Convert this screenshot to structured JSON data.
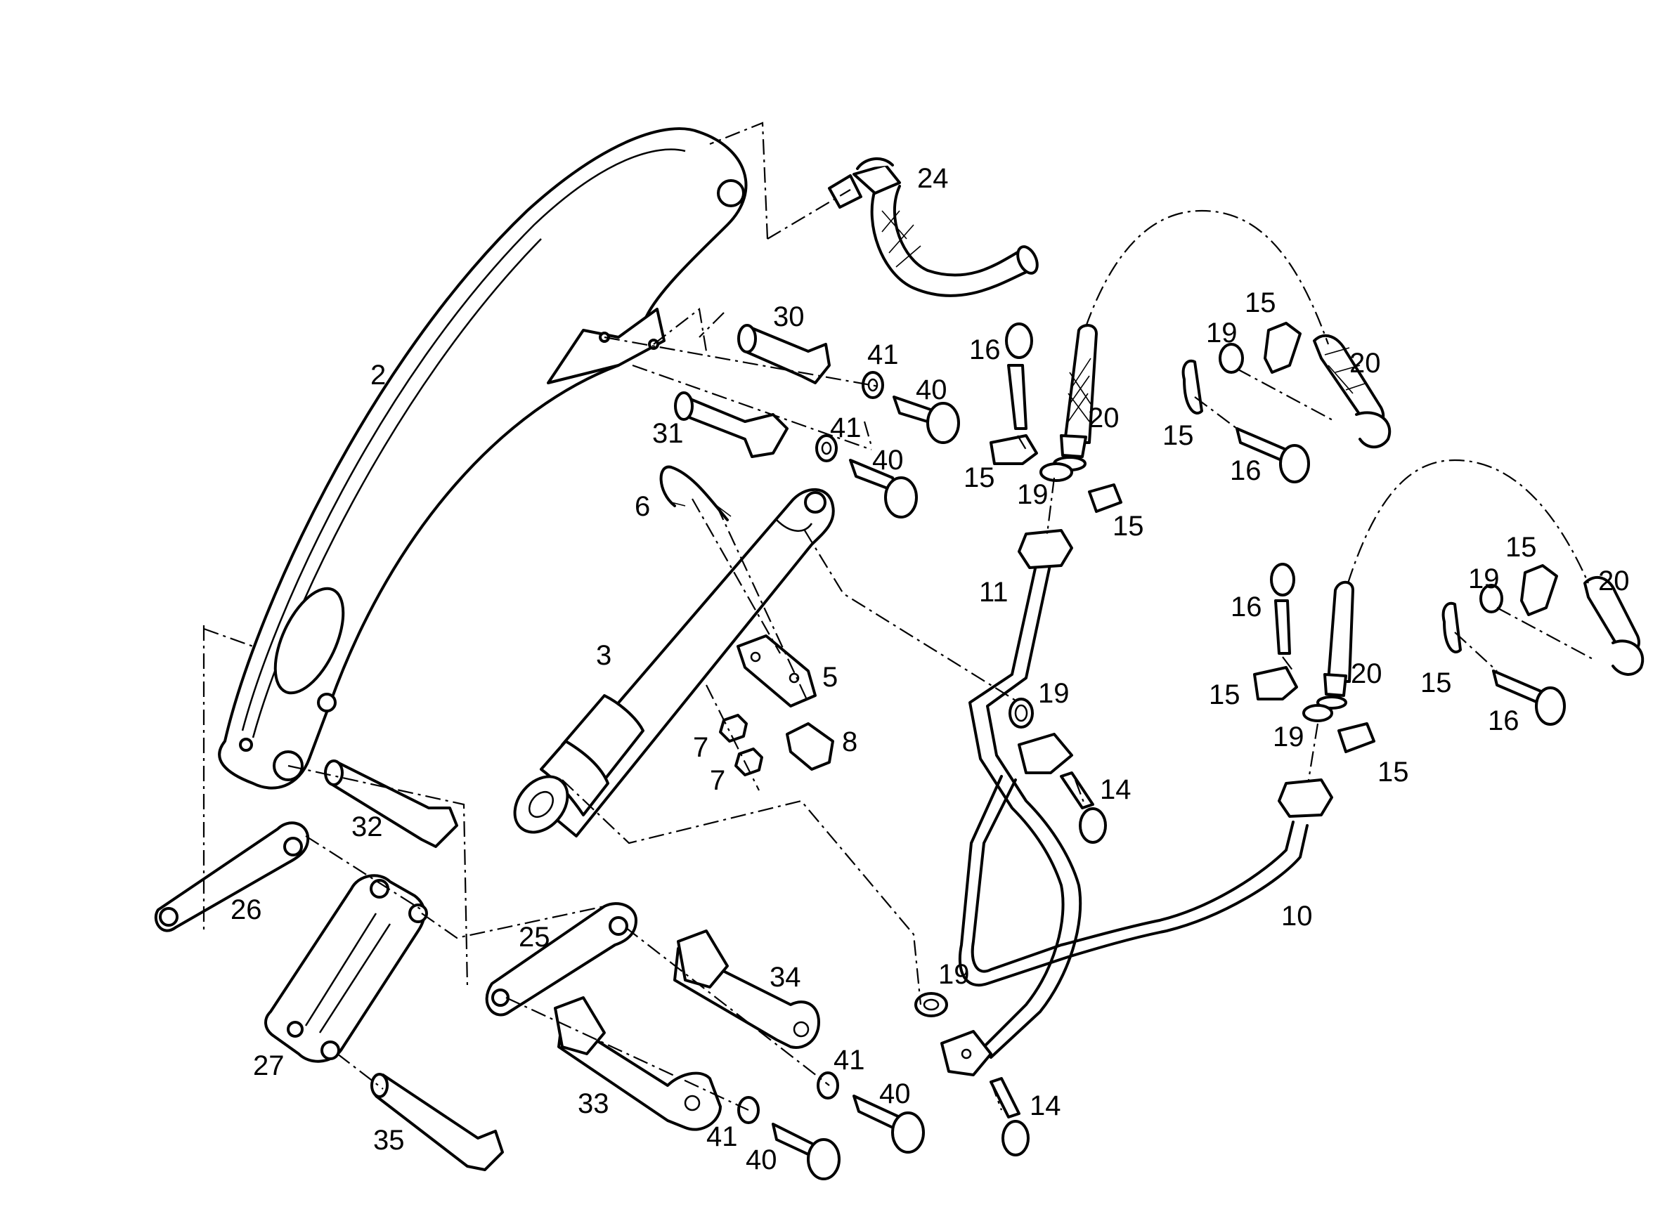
{
  "labels": {
    "l2": "2",
    "l3": "3",
    "l5": "5",
    "l6": "6",
    "l7a": "7",
    "l7b": "7",
    "l8": "8",
    "l10": "10",
    "l11": "11",
    "l14a": "14",
    "l14b": "14",
    "l15a": "15",
    "l15b": "15",
    "l15c": "15",
    "l15d": "15",
    "l15e": "15",
    "l15f": "15",
    "l15g": "15",
    "l15h": "15",
    "l16a": "16",
    "l16b": "16",
    "l16c": "16",
    "l16d": "16",
    "l19a": "19",
    "l19b": "19",
    "l19c": "19",
    "l19d": "19",
    "l19e": "19",
    "l19f": "19",
    "l20a": "20",
    "l20b": "20",
    "l20c": "20",
    "l20d": "20",
    "l24": "24",
    "l25": "25",
    "l26": "26",
    "l27": "27",
    "l30": "30",
    "l31": "31",
    "l32": "32",
    "l33": "33",
    "l34": "34",
    "l35": "35",
    "l40a": "40",
    "l40b": "40",
    "l40c": "40",
    "l40d": "40",
    "l41a": "41",
    "l41b": "41",
    "l41c": "41",
    "l41d": "41"
  }
}
